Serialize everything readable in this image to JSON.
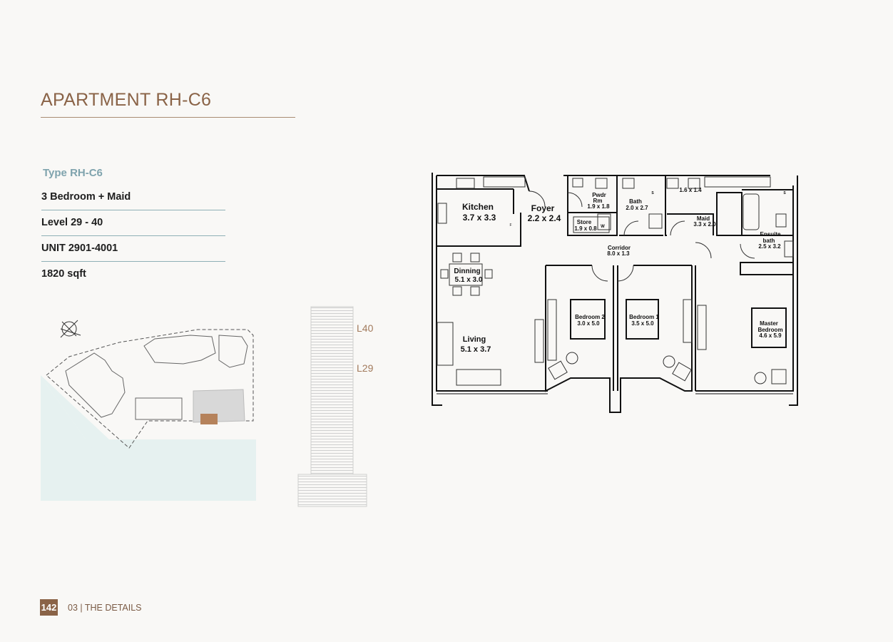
{
  "header": {
    "title": "APARTMENT RH-C6"
  },
  "specs": {
    "type": "Type RH-C6",
    "bedrooms": "3 Bedroom +  Maid",
    "level": "Level 29 - 40",
    "unit": "UNIT 2901-4001",
    "area": "1820 sqft"
  },
  "elevation": {
    "top_level": "L40",
    "bottom_level": "L29"
  },
  "rooms": {
    "kitchen": {
      "name": "Kitchen",
      "size": "3.7 x 3.3"
    },
    "foyer": {
      "name": "Foyer",
      "size": "2.2 x 2.4"
    },
    "pwdr": {
      "name1": "Pwdr",
      "name2": "Rm",
      "size": "1.9 x 1.8"
    },
    "bath": {
      "name": "Bath",
      "size": "2.0 x 2.7"
    },
    "maid_bath": {
      "size": "1.6 x 1.4"
    },
    "maid": {
      "name": "Maid",
      "size": "3.3 x 2.0"
    },
    "store": {
      "name": "Store",
      "size": "1.9 x 0.8"
    },
    "ensuite": {
      "name1": "Ensuite",
      "name2": "bath",
      "size": "2.5 x 3.2"
    },
    "corridor": {
      "name": "Corridor",
      "size": "8.0 x 1.3"
    },
    "dinning": {
      "name": "Dinning",
      "size": "5.1 x 3.0"
    },
    "bedroom2": {
      "name": "Bedroom 2",
      "size": "3.0 x 5.0"
    },
    "bedroom1": {
      "name": "Bedroom 1",
      "size": "3.5 x 5.0"
    },
    "master": {
      "name1": "Master",
      "name2": "Bedroom",
      "size": "4.6 x 5.9"
    },
    "living": {
      "name": "Living",
      "size": "5.1 x 3.7"
    },
    "fixture_w": "W",
    "fixture_f": "F",
    "fixture_s": "S"
  },
  "footer": {
    "page_number": "142",
    "section": "03 | THE DETAILS"
  },
  "colors": {
    "accent": "#8a6347",
    "teal": "#7fa3ad",
    "water": "#e6f1f0",
    "highlight": "#b5825b"
  }
}
